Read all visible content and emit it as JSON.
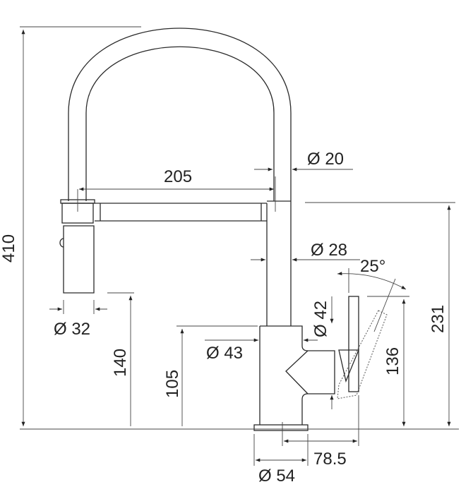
{
  "dimensions": {
    "total_height": "410",
    "spout_reach": "205",
    "spout_tube_diameter": "Ø 20",
    "body_tube_diameter": "Ø 28",
    "handle_angle": "25°",
    "handle_diameter": "Ø 42",
    "body_diameter": "Ø 43",
    "sprayhead_diameter": "Ø 32",
    "sprayhead_height": "140",
    "body_height": "105",
    "spout_height": "231",
    "handle_height": "136",
    "handle_offset": "78.5",
    "base_diameter": "Ø 54"
  }
}
